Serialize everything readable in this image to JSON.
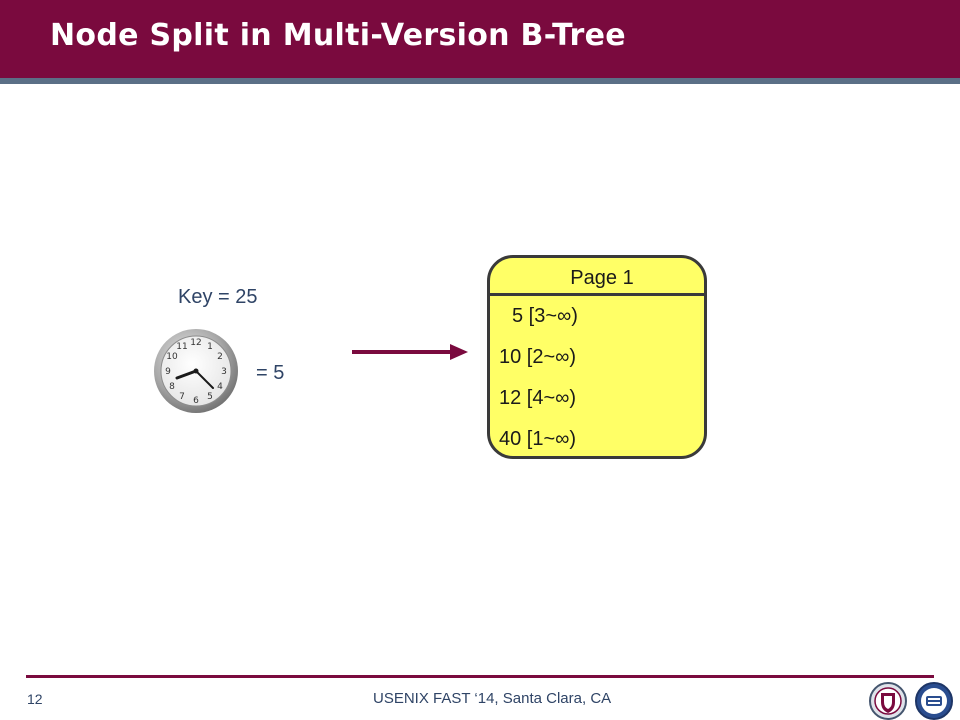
{
  "slide": {
    "title": "Node Split in Multi-Version B-Tree",
    "key_label": "Key =  25",
    "time_label": "=  5",
    "page": {
      "header": "Page 1",
      "entries": [
        "5 [3~∞)",
        "10 [2~∞)",
        "12 [4~∞)",
        "40 [1~∞)"
      ]
    },
    "footer": {
      "page_number": "12",
      "text": "USENIX FAST ‘14, Santa Clara, CA"
    },
    "colors": {
      "header_bar": "#7a0a3e",
      "accent_strip": "#5b6f86",
      "page_fill": "#ffff66",
      "arrow": "#7a0a3e",
      "text": "#2f4466"
    },
    "icons": [
      "clock-icon",
      "right-arrow-icon",
      "university-logo-icon",
      "university-logo-icon"
    ]
  }
}
